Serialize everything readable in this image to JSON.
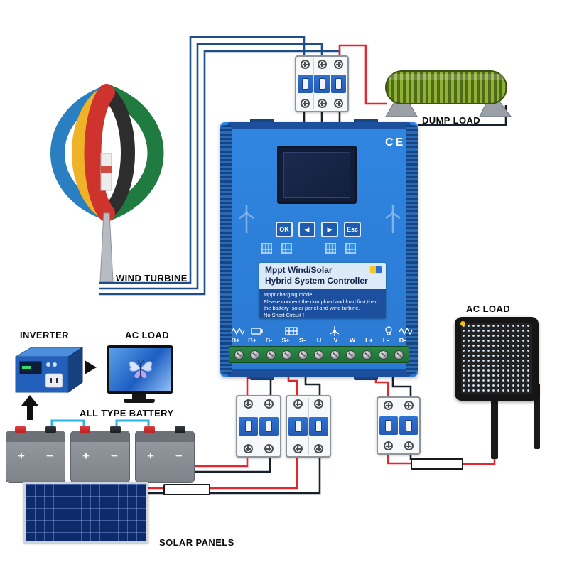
{
  "labels": {
    "wind_turbine": "WIND TURBINE",
    "dump_load": "DUMP LOAD",
    "inverter": "INVERTER",
    "ac_load_left": "AC LOAD",
    "battery_bank": "ALL TYPE BATTERY",
    "solar_panels": "SOLAR PANELS",
    "ac_load_right": "AC LOAD"
  },
  "controller": {
    "ce_mark": "CE",
    "buttons": {
      "ok": "OK",
      "prev": "◀",
      "next": "▶",
      "esc": "Esc"
    },
    "title_line1": "Mppt Wind/Solar",
    "title_line2": "Hybrid System Controller",
    "warning_line1": "Mppt charging mode.",
    "warning_line2": "Please connect the dumpload and load first,then",
    "warning_line3": "the battery ,solar panel and wind turbine.",
    "warning_line4": "No Short Circuit !",
    "terminals": [
      "D+",
      "B+",
      "B-",
      "S+",
      "S-",
      "U",
      "V",
      "W",
      "L+",
      "L-",
      "D-"
    ]
  },
  "battery": {
    "plus": "+",
    "minus": "−"
  },
  "icons": {
    "terminal_icons": [
      "resistor",
      "battery",
      "solar-panel",
      "wind-turbine",
      "lamp",
      "resistor"
    ]
  },
  "colors": {
    "wire_red": "#e8242c",
    "wire_dark": "#1d4e89",
    "wire_blue": "#2bb3e8",
    "controller_blue": "#2f86e0",
    "dump_load_green": "#7ea332",
    "terminal_green": "#1e6e34"
  }
}
